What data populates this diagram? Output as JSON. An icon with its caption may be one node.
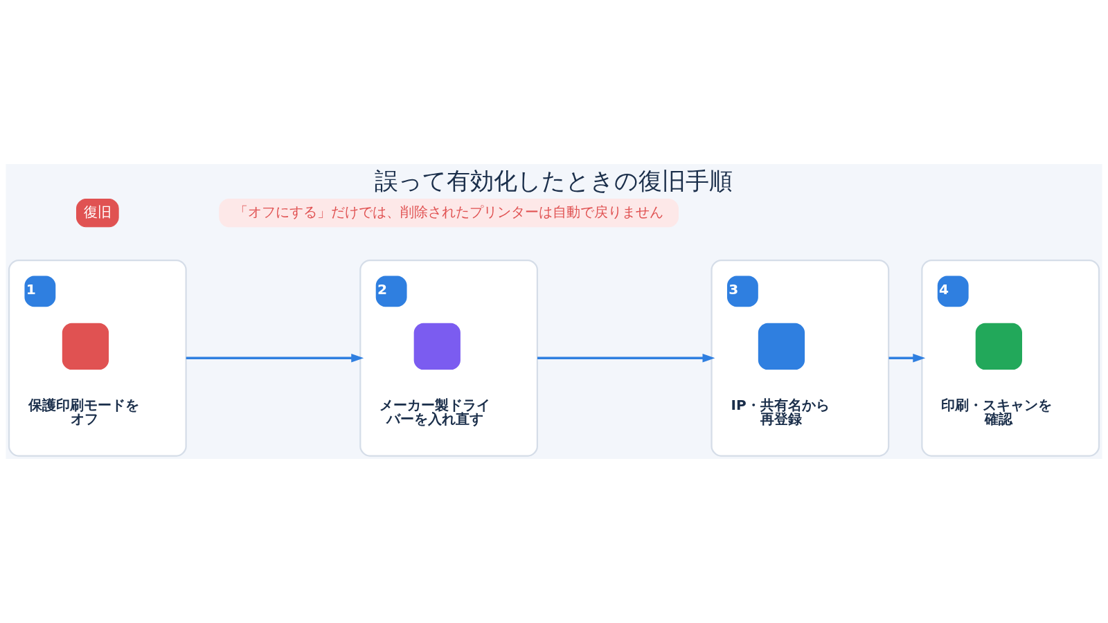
{
  "diagram": {
    "title": "誤って有効化したときの復旧手順",
    "nodes": [
      {
        "text": [
          "1",
          "保護印刷モードをオフ"
        ]
      },
      {
        "text": [
          "2",
          "メーカー製ドライバーを入れ直す"
        ]
      },
      {
        "text": [
          "3",
          "IP・共有名から再登録"
        ]
      },
      {
        "text": [
          "4",
          "印刷・スキャンを確認"
        ]
      }
    ],
    "edges": [
      {
        "from": 0,
        "to": 1,
        "arrow": "to"
      },
      {
        "from": 1,
        "to": 2,
        "arrow": "to"
      },
      {
        "from": 2,
        "to": 3,
        "arrow": "to"
      }
    ],
    "labels": [
      "復旧",
      "「オフにする」だけでは、削除されたプリンターは自動で戻りません"
    ]
  }
}
